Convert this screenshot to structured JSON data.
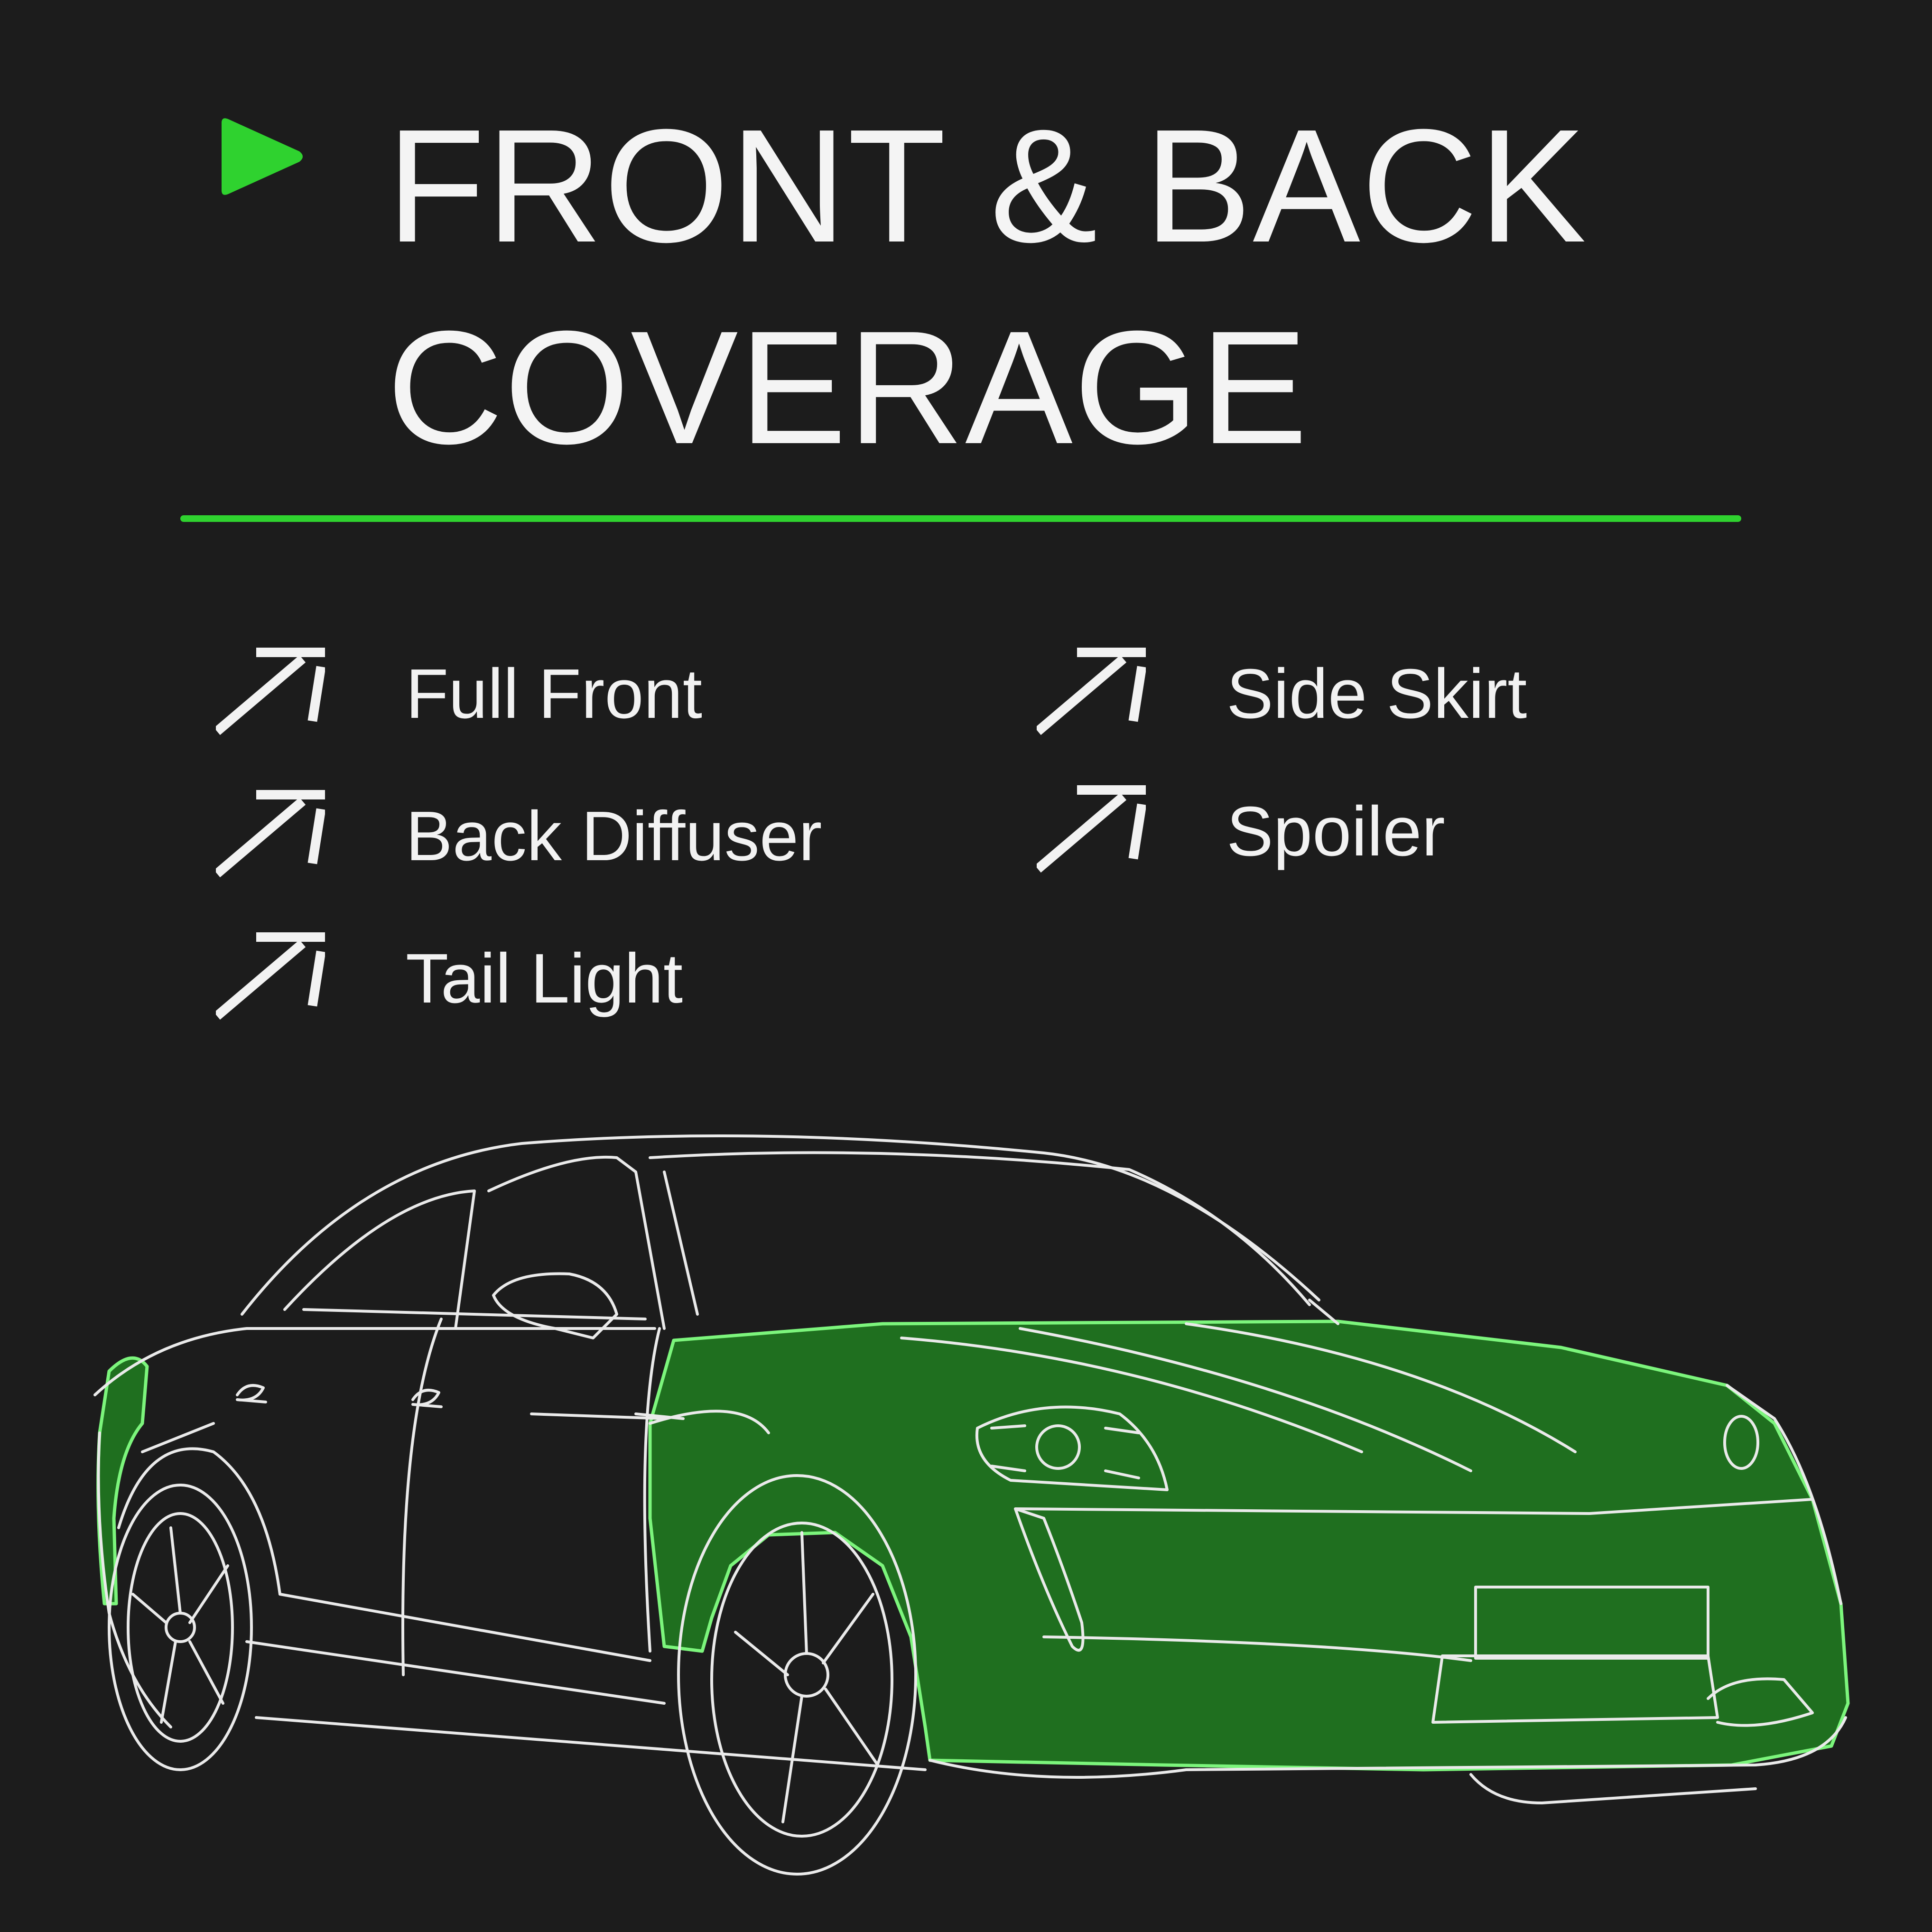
{
  "title": {
    "line1": "FRONT & BACK",
    "line2": "COVERAGE"
  },
  "features": {
    "left": [
      "Full Front",
      "Back Diffuser",
      "Tail Light"
    ],
    "right": [
      "Side Skirt",
      "Spoiler"
    ]
  },
  "icons": {
    "bullet": "play-triangle-icon",
    "feature": "double-arrow-up-right-icon"
  },
  "colors": {
    "background": "#1c1c1c",
    "accent": "#2fd22f",
    "coverage_fill": "#1f6f1f",
    "text": "#f4f4f4"
  }
}
